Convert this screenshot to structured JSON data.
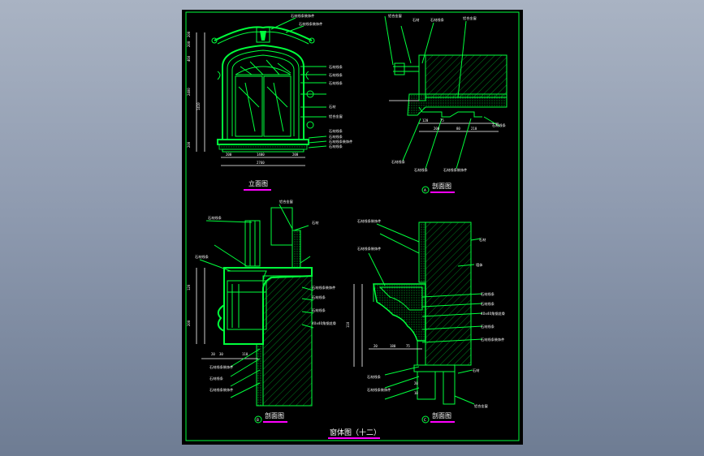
{
  "drawing": {
    "main_title": "窗体图（十二）",
    "views": {
      "elevation": {
        "title": "立面图",
        "marker": ""
      },
      "section_a": {
        "title": "剖面图",
        "marker": "A"
      },
      "section_b": {
        "title": "剖面图",
        "marker": "B"
      },
      "section_c": {
        "title": "剖面图",
        "marker": "C"
      }
    },
    "elevation_callouts": [
      "石材线条装饰件",
      "石材线条装饰件",
      "石材线条",
      "石材线条",
      "石材线条",
      "石材",
      "铝合金窗",
      "石材线条",
      "石材线条",
      "石材线条装饰件",
      "石材线条"
    ],
    "elevation_dims": {
      "bottom": [
        "200",
        "1400",
        "200"
      ],
      "total": "2760",
      "left": [
        "200",
        "200",
        "460",
        "2400",
        "1410",
        "200"
      ]
    },
    "section_a_callouts": [
      "铝合金窗",
      "石材",
      "石材线条",
      "铝合金窗",
      "石材线条",
      "石材线条",
      "石材线条",
      "石材线条装饰件"
    ],
    "section_a_dims": [
      "120",
      "75",
      "200",
      "80",
      "210"
    ],
    "section_b_callouts": [
      "石材线条",
      "铝合金窗",
      "石材",
      "石材线条",
      "石材线条装饰件",
      "石材线条",
      "石材线条",
      "40x40角钢龙骨",
      "石材线条装饰件",
      "石材线条",
      "石材线条装饰件"
    ],
    "section_b_dims": [
      "20",
      "30",
      "110",
      "120",
      "200"
    ],
    "section_c_callouts": [
      "石材线条装饰件",
      "石材线条装饰件",
      "石材",
      "墙体",
      "石材线条",
      "石材线条",
      "40x40角钢龙骨",
      "石材线条",
      "石材线条装饰件",
      "石材线条",
      "石材线条装饰件",
      "石材",
      "铝合金窗"
    ],
    "section_c_dims": [
      "20",
      "180",
      "75",
      "110",
      "20",
      "10"
    ]
  },
  "colors": {
    "background": "#000000",
    "line": "#00ff3c",
    "text": "#ffffff",
    "title_underline": "#ff00ff",
    "desktop": "#8f9bb0"
  }
}
